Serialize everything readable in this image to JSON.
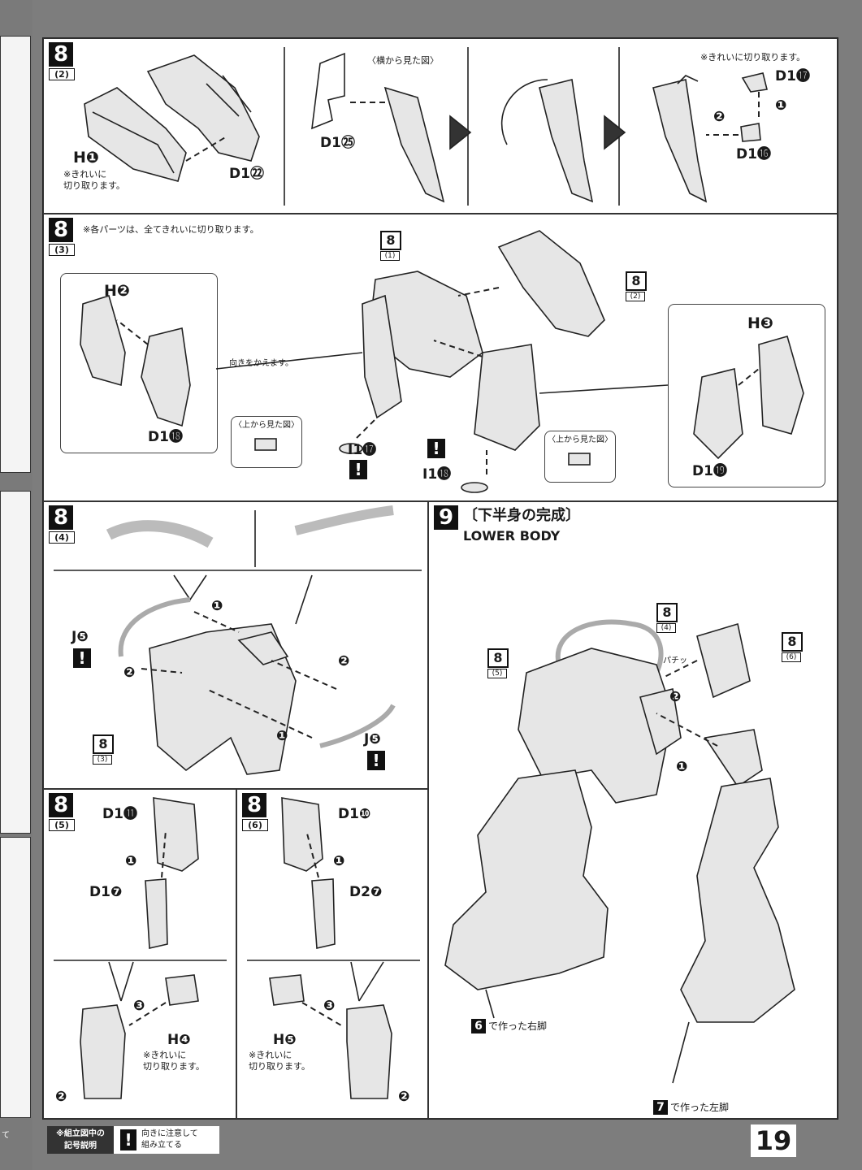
{
  "page_number": "19",
  "steps": {
    "s8_2": {
      "num": "8",
      "sub": "(2)",
      "h": "H❶",
      "h_note": "※きれいに\n切り取ります。",
      "d1": "D1㉒",
      "d2": "D1㉕",
      "side_view": "〈横から見た図〉",
      "cut_note": "※きれいに切り取ります。",
      "d3": "D1⓱",
      "d4": "D1⓰",
      "n1": "❶",
      "n2": "❷"
    },
    "s8_3": {
      "num": "8",
      "sub": "(3)",
      "note": "※各パーツは、全てきれいに切り取ります。",
      "h2": "H❷",
      "h3": "H❸",
      "d18": "D1⓲",
      "d19": "D1⓳",
      "i17": "I1⓱",
      "i18": "I1⓲",
      "top_view": "〈上から見た図〉",
      "turn": "向きをかえます。",
      "ref1_n": "8",
      "ref1_s": "(1)",
      "ref2_n": "8",
      "ref2_s": "(2)",
      "warn": "!"
    },
    "s8_4": {
      "num": "8",
      "sub": "(4)",
      "j5": "J❺",
      "ref_n": "8",
      "ref_s": "(3)",
      "n1": "❶",
      "n2": "❷",
      "warn": "!"
    },
    "s8_5": {
      "num": "8",
      "sub": "(5)",
      "d11": "D1⓫",
      "d7": "D1❼",
      "h4": "H❹",
      "h_note": "※きれいに\n切り取ります。",
      "n1": "❶",
      "n2": "❷",
      "n3": "❸"
    },
    "s8_6": {
      "num": "8",
      "sub": "(6)",
      "d10": "D1❿",
      "d27": "D2❼",
      "h5": "H❺",
      "h_note": "※きれいに\n切り取ります。",
      "n1": "❶",
      "n2": "❷",
      "n3": "❸"
    },
    "s9": {
      "num": "9",
      "title": "〔下半身の完成〕",
      "subtitle": "LOWER BODY",
      "ref4_n": "8",
      "ref4_s": "(4)",
      "ref5_n": "8",
      "ref5_s": "(5)",
      "ref6_n": "8",
      "ref6_s": "(6)",
      "right_leg_num": "6",
      "right_leg": "で作った右脚",
      "left_leg_num": "7",
      "left_leg": "で作った左脚",
      "n1": "❶",
      "n2": "❷",
      "click": "パチッ"
    }
  },
  "legend": {
    "tag": "※組立図中の\n記号説明",
    "icon": "!",
    "text": "向きに注意して\n組み立てる"
  },
  "edge_note": "て"
}
